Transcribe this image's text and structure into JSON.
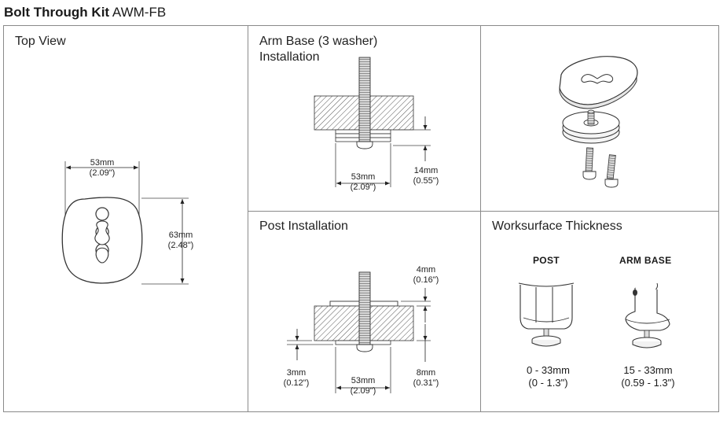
{
  "header": {
    "title_bold": "Bolt Through Kit",
    "title_model": "AWM-FB"
  },
  "panels": {
    "top_view": {
      "title": "Top View",
      "width_mm": "53mm",
      "width_in": "(2.09\")",
      "height_mm": "63mm",
      "height_in": "(2.48\")"
    },
    "arm_base": {
      "title_line1": "Arm Base (3 washer)",
      "title_line2": "Installation",
      "width_mm": "53mm",
      "width_in": "(2.09\")",
      "height_mm": "14mm",
      "height_in": "(0.55\")"
    },
    "post_install": {
      "title": "Post Installation",
      "top_mm": "4mm",
      "top_in": "(0.16\")",
      "left_mm": "3mm",
      "left_in": "(0.12\")",
      "width_mm": "53mm",
      "width_in": "(2.09\")",
      "right_mm": "8mm",
      "right_in": "(0.31\")"
    },
    "worksurface": {
      "title": "Worksurface Thickness",
      "post_label": "POST",
      "post_range_mm": "0 - 33mm",
      "post_range_in": "(0 - 1.3\")",
      "arm_label": "ARM BASE",
      "arm_range_mm": "15 - 33mm",
      "arm_range_in": "(0.59 - 1.3\")"
    }
  }
}
